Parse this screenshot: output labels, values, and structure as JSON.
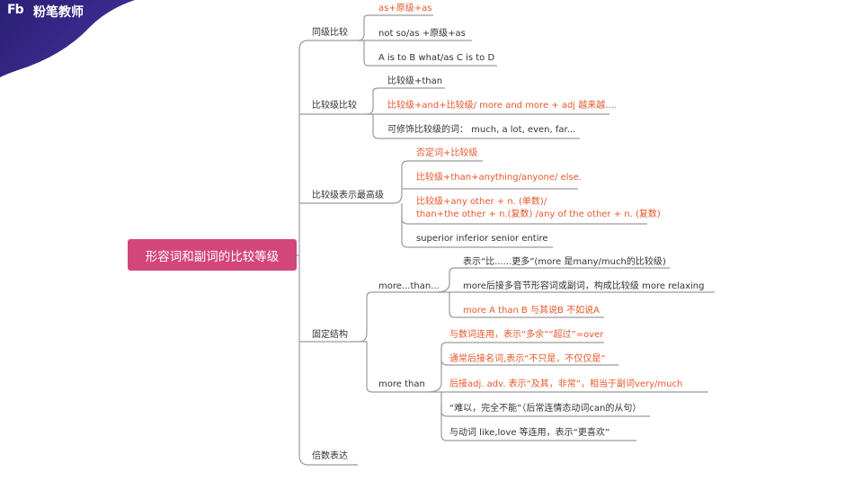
{
  "brand": {
    "logo_mark": "Fb",
    "name": "粉笔教师"
  },
  "root": "形容词和副词的比较等级",
  "branches": [
    {
      "label": "同级比较",
      "items": [
        {
          "text": "as+原级+as",
          "highlight": true
        },
        {
          "text": "not so/as +原级+as",
          "highlight": false
        },
        {
          "text": "A is to B what/as C is to D",
          "highlight": false
        }
      ]
    },
    {
      "label": "比较级比较",
      "items": [
        {
          "text": "比较级+than",
          "highlight": false
        },
        {
          "text": "比较级+and+比较级/ more and more + adj 越来越....",
          "highlight": true
        },
        {
          "text": "可修饰比较级的词： much, a lot,  even, far...",
          "highlight": false
        }
      ]
    },
    {
      "label": "比较级表示最高级",
      "items": [
        {
          "text": "否定词+比较级",
          "highlight": true
        },
        {
          "text": "比较级+than+anything/anyone/ else.",
          "highlight": true
        },
        {
          "lines": [
            "比较级+any other + n. (单数)/",
            "than+the other + n.(复数) /any of the other + n. (复数)"
          ],
          "highlight": true
        },
        {
          "text": "superior  inferior  senior  entire",
          "highlight": false
        }
      ]
    },
    {
      "label": "固定结构",
      "groups": [
        {
          "label": "more...than...",
          "items": [
            {
              "text": "表示“比......更多”(more 是many/much的比较级)",
              "highlight": false
            },
            {
              "text": "more后接多音节形容词或副词，构成比较级 more relaxing",
              "highlight": false
            },
            {
              "text": "more A than B 与其说B 不如说A",
              "highlight": true
            }
          ]
        },
        {
          "label": "more than",
          "items": [
            {
              "text": "与数词连用，表示“多余”“超过”=over",
              "highlight": true
            },
            {
              "text": "通常后接名词,表示“不只是，不仅仅是”",
              "highlight": true
            },
            {
              "text": "后接adj. adv. 表示“及其，非常”，相当于副词very/much",
              "highlight": true
            },
            {
              "text": "“难以，完全不能”（后常连情态动词can的从句）",
              "highlight": false
            },
            {
              "text": "与动词 like,love 等连用，表示“更喜欢”",
              "highlight": false
            }
          ]
        }
      ]
    },
    {
      "label": "倍数表达",
      "items": []
    }
  ]
}
